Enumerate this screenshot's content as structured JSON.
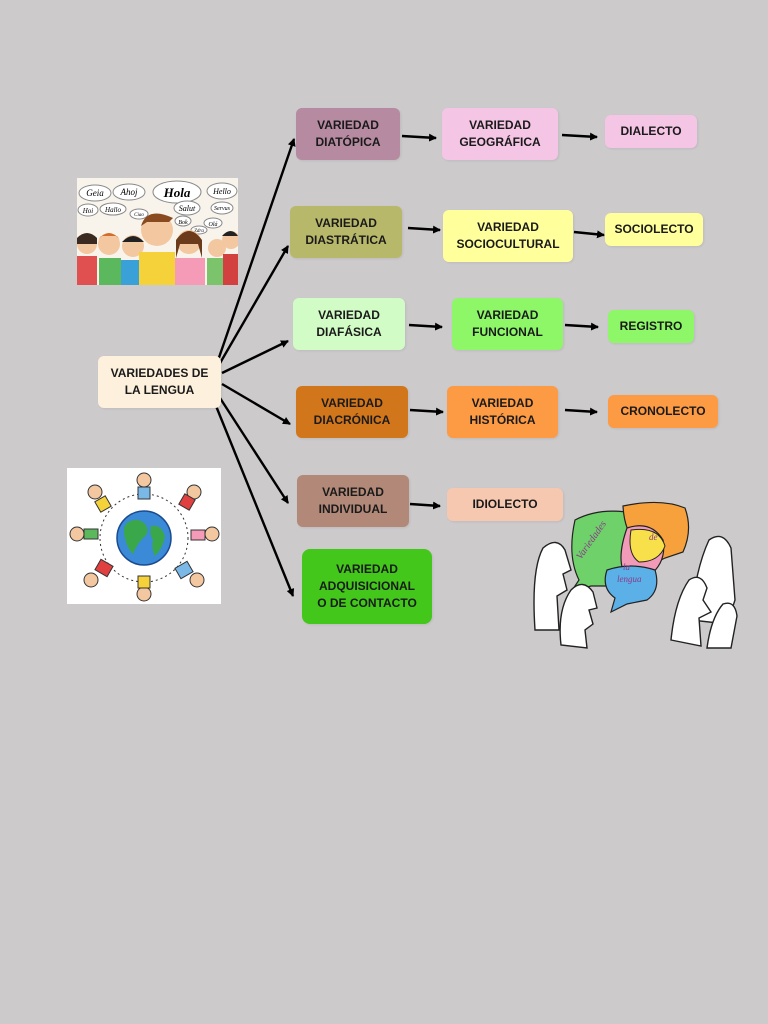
{
  "root": {
    "label": "VARIEDADES DE\nLA LENGUA",
    "color": "#fdf1dd"
  },
  "rows": [
    {
      "variety": {
        "label": "VARIEDAD\nDIATÓPICA",
        "color": "#b68aa1"
      },
      "type": {
        "label": "VARIEDAD\nGEOGRÁFICA",
        "color": "#f4c5e5"
      },
      "outcome": {
        "label": "DIALECTO",
        "color": "#f4c5e5"
      }
    },
    {
      "variety": {
        "label": "VARIEDAD\nDIASTRÁTICA",
        "color": "#b8b86a"
      },
      "type": {
        "label": "VARIEDAD\nSOCIOCULTURAL",
        "color": "#ffff9c"
      },
      "outcome": {
        "label": "SOCIOLECTO",
        "color": "#ffff9c"
      }
    },
    {
      "variety": {
        "label": "VARIEDAD\nDIAFÁSICA",
        "color": "#d2fcc5"
      },
      "type": {
        "label": "VARIEDAD\nFUNCIONAL",
        "color": "#8df768"
      },
      "outcome": {
        "label": "REGISTRO",
        "color": "#8df768"
      }
    },
    {
      "variety": {
        "label": "VARIEDAD\nDIACRÓNICA",
        "color": "#d2761c"
      },
      "type": {
        "label": "VARIEDAD\nHISTÓRICA",
        "color": "#fd9a44"
      },
      "outcome": {
        "label": "CRONOLECTO",
        "color": "#fd9a44"
      }
    },
    {
      "variety": {
        "label": "VARIEDAD\nINDIVIDUAL",
        "color": "#b28978"
      },
      "type": {
        "label": "IDIOLECTO",
        "color": "#f7c8b0"
      }
    },
    {
      "variety": {
        "label": "VARIEDAD\nADQUISICIONAL\nO DE CONTACTO",
        "color": "#42c71a"
      }
    }
  ],
  "images": {
    "greetings": [
      "Geia",
      "Ahoj",
      "Hola",
      "Hello",
      "Hoi",
      "Hallo",
      "Ciao",
      "Salut",
      "Servus",
      "Bok",
      "Olá",
      "Zdra"
    ],
    "speech_bubble_text": [
      "Variedades",
      "de",
      "la",
      "lengua"
    ]
  }
}
